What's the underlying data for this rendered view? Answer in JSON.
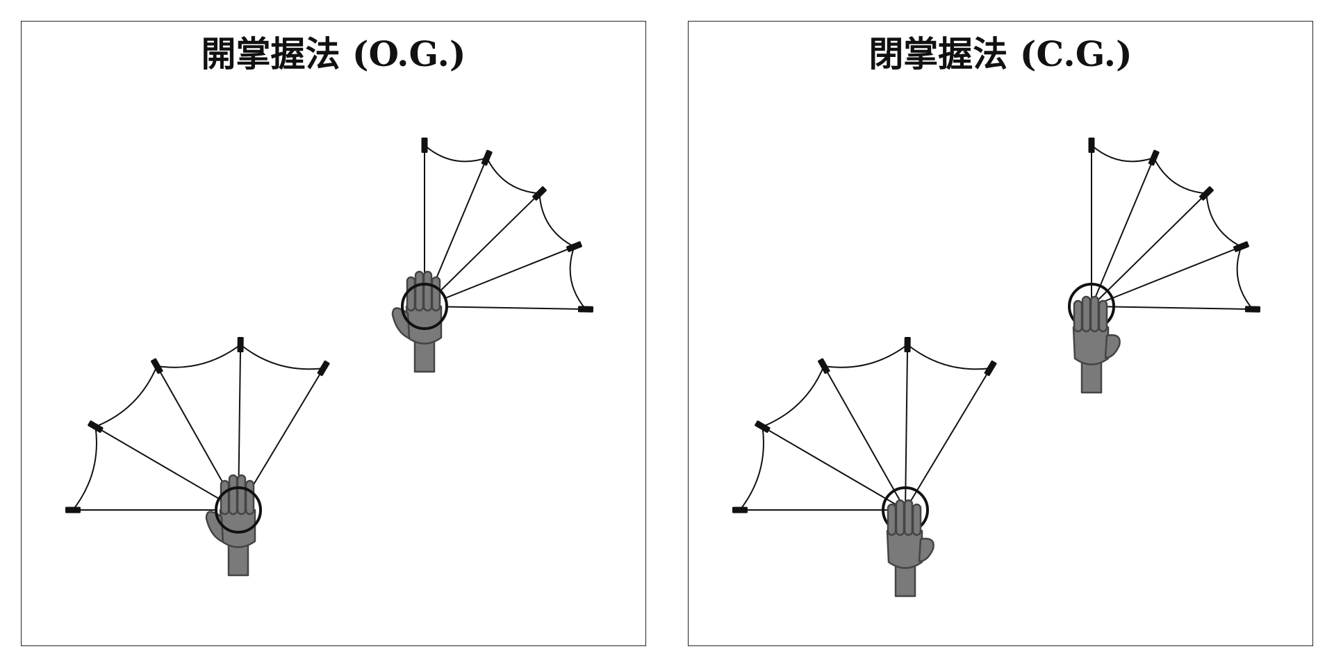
{
  "panels": [
    {
      "title": "開掌握法 (O.G.)",
      "grip": "open-grip",
      "fans": [
        {
          "mark_count": 5,
          "hand": "open"
        },
        {
          "mark_count": 5,
          "hand": "open"
        }
      ]
    },
    {
      "title": "閉掌握法 (C.G.)",
      "grip": "closed-grip",
      "fans": [
        {
          "mark_count": 5,
          "hand": "closed"
        },
        {
          "mark_count": 5,
          "hand": "closed"
        }
      ]
    }
  ],
  "colors": {
    "line": "#111111",
    "hand_fill": "#7a7a7a",
    "hand_outline": "#444444",
    "frame": "#222222"
  }
}
